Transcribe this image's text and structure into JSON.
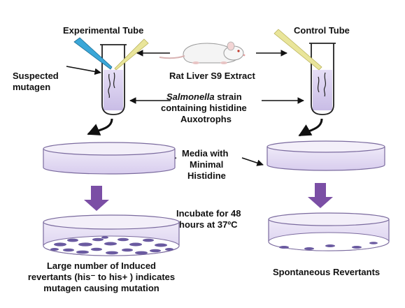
{
  "labels": {
    "experimental_tube": "Experimental Tube",
    "control_tube": "Control Tube",
    "suspected_line1": "Suspected",
    "suspected_line2": "mutagen",
    "rat_liver": "Rat Liver S9 Extract",
    "salmonella_word": "Salmonella",
    "salmonella_rest": " strain",
    "salmonella_line2": "containing histidine",
    "salmonella_line3": "Auxotrophs",
    "media_line1": "Media with",
    "media_line2": "Minimal",
    "media_line3": "Histidine",
    "incubate_line1": "Incubate for 48",
    "incubate_line2": "hours at 37ºC",
    "induced_line1": "Large number of Induced",
    "induced_line2": "revertants (his⁻ to his+ ) indicates",
    "induced_line3": "mutagen causing mutation",
    "spontaneous": "Spontaneous Revertants"
  },
  "colors": {
    "dish_fill": "#e4dcf2",
    "dish_edge": "#7a6a9e",
    "colony": "#6a5aa0",
    "down_arrow": "#7b4fa5",
    "tube_liquid": "#d6cdee",
    "pipette_blue": "#3aa7d8",
    "pipette_yellow": "#e9e59a"
  }
}
